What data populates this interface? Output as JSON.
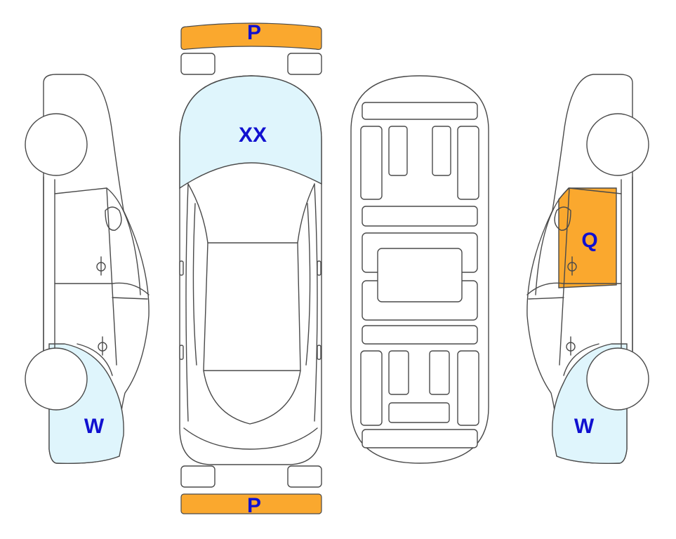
{
  "colors": {
    "damage_blue": "#dff5fc",
    "damage_orange": "#faa82e",
    "label_text": "#1010d0",
    "outline": "#4a4a4a"
  },
  "labels": {
    "front_bumper": "P",
    "rear_bumper": "P",
    "hood": "XX",
    "left_rear_quarter": "W",
    "right_front_door": "Q",
    "right_rear_quarter": "W"
  }
}
